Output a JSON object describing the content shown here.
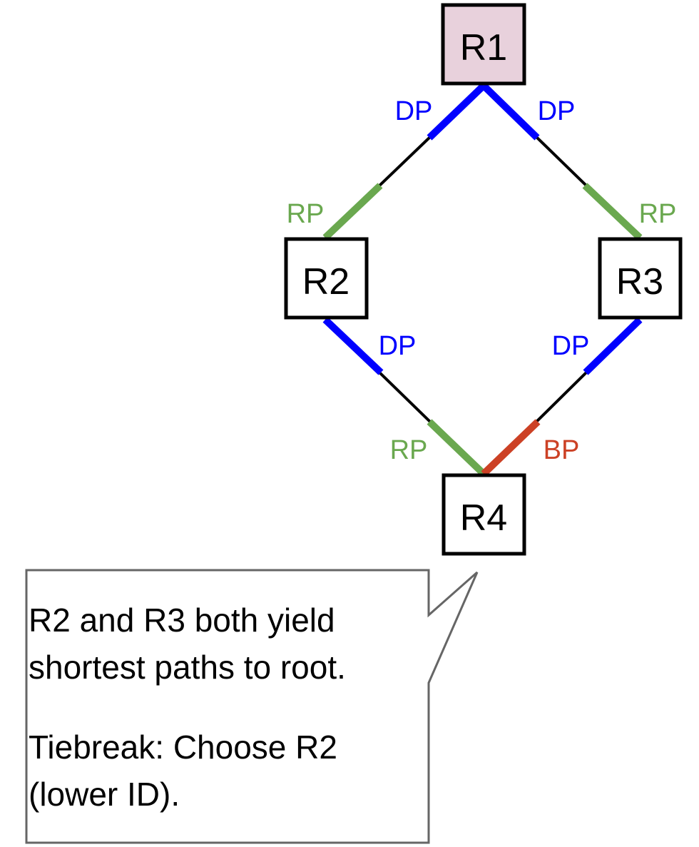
{
  "nodes": {
    "r1": {
      "label": "R1",
      "fill": "#e8d1dc"
    },
    "r2": {
      "label": "R2",
      "fill": "#ffffff"
    },
    "r3": {
      "label": "R3",
      "fill": "#ffffff"
    },
    "r4": {
      "label": "R4",
      "fill": "#ffffff"
    }
  },
  "port_labels": {
    "r1_r2_dp": "DP",
    "r1_r3_dp": "DP",
    "r2_up_rp": "RP",
    "r3_up_rp": "RP",
    "r2_r4_dp": "DP",
    "r3_r4_dp": "DP",
    "r4_r2_rp": "RP",
    "r4_r3_bp": "BP"
  },
  "colors": {
    "designated_port": "#0000ff",
    "root_port": "#6aa84f",
    "blocked_port": "#cc4125",
    "link": "#000000"
  },
  "callout": {
    "line1": "R2 and R3 both yield",
    "line2": "shortest paths to root.",
    "line3": "Tiebreak: Choose R2",
    "line4": "(lower ID)."
  }
}
